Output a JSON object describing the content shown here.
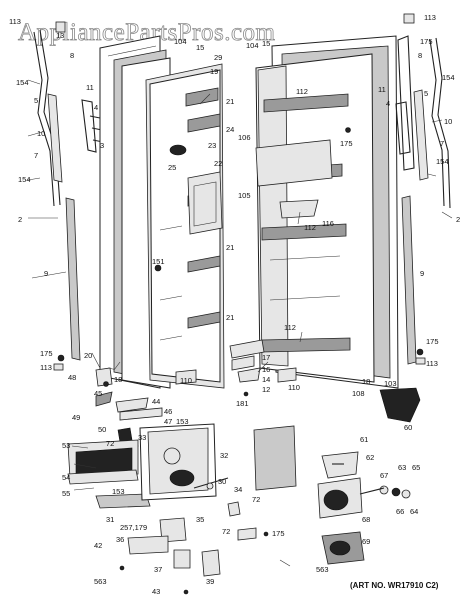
{
  "watermark": "AppliancePartsPros.com",
  "art_number": "(ART NO. WR17910 C2)",
  "callouts": [
    {
      "id": "c-113-tl",
      "text": "113"
    },
    {
      "id": "c-13-tl",
      "text": "13"
    },
    {
      "id": "c-8-tl",
      "text": "8"
    },
    {
      "id": "c-154-l1",
      "text": "154"
    },
    {
      "id": "c-5-l",
      "text": "5"
    },
    {
      "id": "c-11-l",
      "text": "11"
    },
    {
      "id": "c-10-l",
      "text": "10"
    },
    {
      "id": "c-4-l",
      "text": "4"
    },
    {
      "id": "c-3-l",
      "text": "3"
    },
    {
      "id": "c-7-l",
      "text": "7"
    },
    {
      "id": "c-154-l2",
      "text": "154"
    },
    {
      "id": "c-2-l",
      "text": "2"
    },
    {
      "id": "c-9-l",
      "text": "9"
    },
    {
      "id": "c-175-l",
      "text": "175"
    },
    {
      "id": "c-113-l",
      "text": "113"
    },
    {
      "id": "c-104-l",
      "text": "104"
    },
    {
      "id": "c-15-l",
      "text": "15"
    },
    {
      "id": "c-29",
      "text": "29"
    },
    {
      "id": "c-19",
      "text": "19"
    },
    {
      "id": "c-21-a",
      "text": "21"
    },
    {
      "id": "c-24",
      "text": "24"
    },
    {
      "id": "c-23",
      "text": "23"
    },
    {
      "id": "c-25",
      "text": "25"
    },
    {
      "id": "c-22",
      "text": "22"
    },
    {
      "id": "c-21-b",
      "text": "21"
    },
    {
      "id": "c-151",
      "text": "151"
    },
    {
      "id": "c-21-c",
      "text": "21"
    },
    {
      "id": "c-20",
      "text": "20"
    },
    {
      "id": "c-18-l",
      "text": "18"
    },
    {
      "id": "c-110-l",
      "text": "110"
    },
    {
      "id": "c-104-r",
      "text": "104"
    },
    {
      "id": "c-15-r",
      "text": "15"
    },
    {
      "id": "c-112-a",
      "text": "112"
    },
    {
      "id": "c-106",
      "text": "106"
    },
    {
      "id": "c-105",
      "text": "105"
    },
    {
      "id": "c-116",
      "text": "116"
    },
    {
      "id": "c-112-b",
      "text": "112"
    },
    {
      "id": "c-112-c",
      "text": "112"
    },
    {
      "id": "c-175-m",
      "text": "175"
    },
    {
      "id": "c-113-tr",
      "text": "113"
    },
    {
      "id": "c-175-tr",
      "text": "175"
    },
    {
      "id": "c-8-r",
      "text": "8"
    },
    {
      "id": "c-154-r1",
      "text": "154"
    },
    {
      "id": "c-5-r",
      "text": "5"
    },
    {
      "id": "c-11-r",
      "text": "11"
    },
    {
      "id": "c-4-r",
      "text": "4"
    },
    {
      "id": "c-10-r",
      "text": "10"
    },
    {
      "id": "c-7-r",
      "text": "7"
    },
    {
      "id": "c-154-r2",
      "text": "154"
    },
    {
      "id": "c-2-r",
      "text": "2"
    },
    {
      "id": "c-9-r",
      "text": "9"
    },
    {
      "id": "c-175-r",
      "text": "175"
    },
    {
      "id": "c-113-r",
      "text": "113"
    },
    {
      "id": "c-18-r",
      "text": "18"
    },
    {
      "id": "c-103",
      "text": "103"
    },
    {
      "id": "c-108",
      "text": "108"
    },
    {
      "id": "c-110-r",
      "text": "110"
    },
    {
      "id": "c-17",
      "text": "17"
    },
    {
      "id": "c-16",
      "text": "16"
    },
    {
      "id": "c-14",
      "text": "14"
    },
    {
      "id": "c-12",
      "text": "12"
    },
    {
      "id": "c-181",
      "text": "181"
    },
    {
      "id": "c-48",
      "text": "48"
    },
    {
      "id": "c-45",
      "text": "45"
    },
    {
      "id": "c-49",
      "text": "49"
    },
    {
      "id": "c-50",
      "text": "50"
    },
    {
      "id": "c-44",
      "text": "44"
    },
    {
      "id": "c-46",
      "text": "46"
    },
    {
      "id": "c-47",
      "text": "47"
    },
    {
      "id": "c-153-a",
      "text": "153"
    },
    {
      "id": "c-72-a",
      "text": "72"
    },
    {
      "id": "c-33",
      "text": "33"
    },
    {
      "id": "c-53",
      "text": "53"
    },
    {
      "id": "c-54",
      "text": "54"
    },
    {
      "id": "c-55",
      "text": "55"
    },
    {
      "id": "c-32",
      "text": "32"
    },
    {
      "id": "c-30",
      "text": "30"
    },
    {
      "id": "c-34",
      "text": "34"
    },
    {
      "id": "c-153-b",
      "text": "153"
    },
    {
      "id": "c-35",
      "text": "35"
    },
    {
      "id": "c-31",
      "text": "31"
    },
    {
      "id": "c-257179",
      "text": "257,179"
    },
    {
      "id": "c-36",
      "text": "36"
    },
    {
      "id": "c-42",
      "text": "42"
    },
    {
      "id": "c-563-a",
      "text": "563"
    },
    {
      "id": "c-37",
      "text": "37"
    },
    {
      "id": "c-39",
      "text": "39"
    },
    {
      "id": "c-43",
      "text": "43"
    },
    {
      "id": "c-72-b",
      "text": "72"
    },
    {
      "id": "c-72-c",
      "text": "72"
    },
    {
      "id": "c-175-b",
      "text": "175"
    },
    {
      "id": "c-61",
      "text": "61"
    },
    {
      "id": "c-60",
      "text": "60"
    },
    {
      "id": "c-62",
      "text": "62"
    },
    {
      "id": "c-63",
      "text": "63"
    },
    {
      "id": "c-65",
      "text": "65"
    },
    {
      "id": "c-67",
      "text": "67"
    },
    {
      "id": "c-66",
      "text": "66"
    },
    {
      "id": "c-64",
      "text": "64"
    },
    {
      "id": "c-68",
      "text": "68"
    },
    {
      "id": "c-69",
      "text": "69"
    },
    {
      "id": "c-563-b",
      "text": "563"
    }
  ]
}
